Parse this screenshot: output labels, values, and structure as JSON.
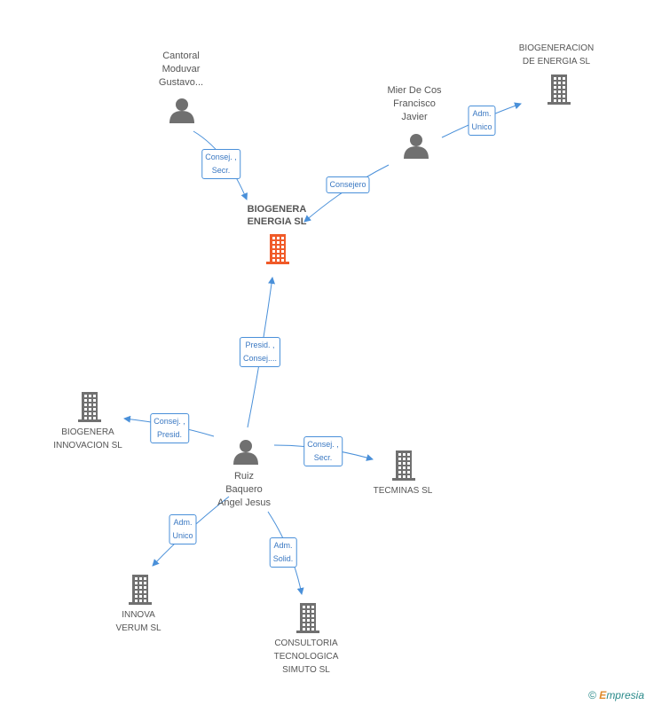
{
  "colors": {
    "edge": "#4a90d9",
    "node_gray": "#707070",
    "node_main": "#f05a28",
    "label": "#555555"
  },
  "nodes": {
    "cantoral": {
      "lines": [
        "Cantoral",
        "Moduvar",
        "Gustavo..."
      ],
      "type": "person"
    },
    "mier": {
      "lines": [
        "Mier De Cos",
        "Francisco",
        "Javier"
      ],
      "type": "person"
    },
    "biogeneracion": {
      "lines": [
        "BIOGENERACION",
        "DE ENERGIA SL"
      ],
      "type": "company"
    },
    "biogenera_energia": {
      "lines": [
        "BIOGENERA",
        "ENERGIA SL"
      ],
      "type": "company-main"
    },
    "biogenera_innovacion": {
      "lines": [
        "BIOGENERA",
        "INNOVACION  SL"
      ],
      "type": "company"
    },
    "ruiz": {
      "lines": [
        "Ruiz",
        "Baquero",
        "Angel Jesus"
      ],
      "type": "person"
    },
    "tecminas": {
      "lines": [
        "TECMINAS SL"
      ],
      "type": "company"
    },
    "innova": {
      "lines": [
        "INNOVA",
        "VERUM  SL"
      ],
      "type": "company"
    },
    "consultoria": {
      "lines": [
        "CONSULTORIA",
        "TECNOLOGICA",
        "SIMUTO SL"
      ],
      "type": "company"
    }
  },
  "edges": {
    "cantoral_to_main": {
      "lines": [
        "Consej. ,",
        "Secr."
      ]
    },
    "mier_to_main": {
      "lines": [
        "Consejero"
      ]
    },
    "mier_to_biogeneracion": {
      "lines": [
        "Adm.",
        "Unico"
      ]
    },
    "ruiz_to_main": {
      "lines": [
        "Presid. ,",
        "Consej...."
      ]
    },
    "ruiz_to_innovacion": {
      "lines": [
        "Consej. ,",
        "Presid."
      ]
    },
    "ruiz_to_tecminas": {
      "lines": [
        "Consej. ,",
        "Secr."
      ]
    },
    "ruiz_to_innova": {
      "lines": [
        "Adm.",
        "Unico"
      ]
    },
    "ruiz_to_consultoria": {
      "lines": [
        "Adm.",
        "Solid."
      ]
    }
  },
  "footer": {
    "copyright": "©",
    "brand_e": "E",
    "brand_rest": "mpresia"
  }
}
